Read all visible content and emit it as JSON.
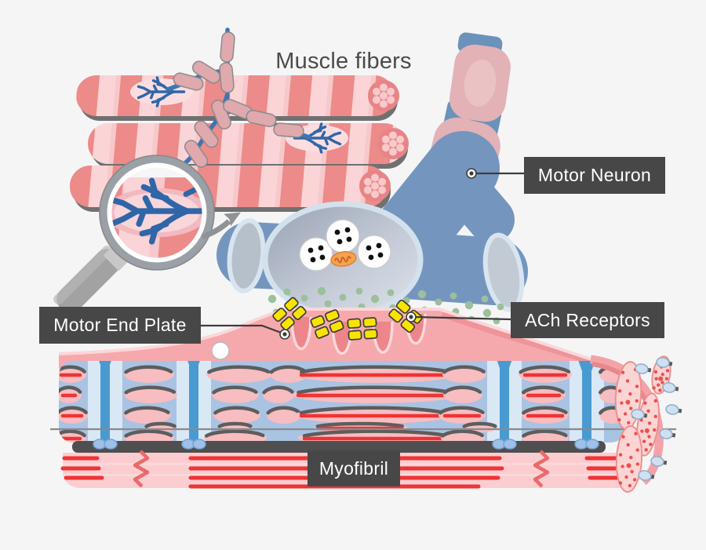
{
  "title": "Muscle fibers",
  "labels": {
    "motor_neuron": "Motor Neuron",
    "motor_end_plate": "Motor End Plate",
    "ach_receptors": "ACh Receptors",
    "myofibril": "Myofibril"
  },
  "colors": {
    "background": "#f5f5f6",
    "label_box_bg": "#474747",
    "label_text": "#ffffff",
    "title_text": "#4b4b4b",
    "leader_line": "#3d3d3d",
    "muscle_stripe_dark": "#ec8b89",
    "muscle_stripe_light": "#fad4d6",
    "muscle_end_cap": "#e88486",
    "muscle_end_dots": "#f7c9cb",
    "nerve_blue": "#3f74b2",
    "myelin_pink": "#dfa9ae",
    "axon_myelin": "#e3b2b6",
    "axon_myelin_inner": "#eac2c5",
    "axon_blue": "#6a92ba",
    "terminal_blue": "#7496be",
    "terminal_opening": "#bcc5cd",
    "terminal_rim": "#d8e4f0",
    "vesicle_white": "#ffffff",
    "vesicle_dot": "#111111",
    "mitochondrion_orange": "#f3a44e",
    "ach_molecule_green": "#9cbf9c",
    "receptor_yellow": "#f8e400",
    "receptor_outline": "#3c3c3c",
    "membrane_pink": "#f6a9ad",
    "membrane_rim": "#fbd7d9",
    "fold_pink": "#ec868b",
    "sarcoplasm_blue": "#a9c3e3",
    "sarcoplasm_band": "#d9e8f5",
    "ttubule_blue": "#4a9ad2",
    "myofibril_oval_pink": "#f8bdc0",
    "oval_shadow_gray": "#5d5d5d",
    "striation_red": "#ee3434",
    "zigzag_red": "#ea6a6a",
    "band_gray": "#4f4f4f",
    "speckle_red": "#ee4f4f",
    "cross_section_pink": "#fbd5d4",
    "magnifier_gray": "#9aa0a6"
  }
}
